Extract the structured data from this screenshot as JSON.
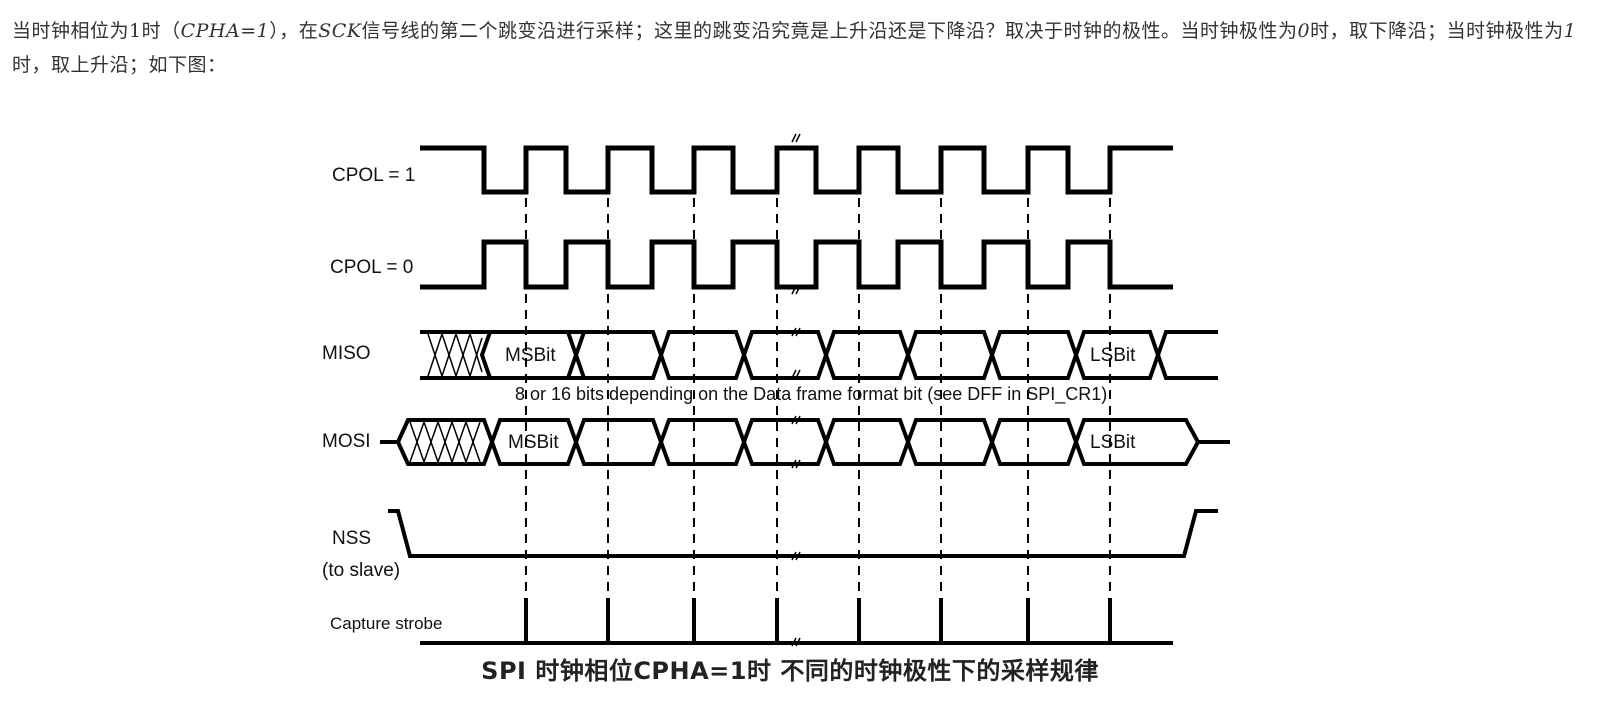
{
  "intro": {
    "p1": "当时钟相位为1时（",
    "p2": "CPHA=1",
    "p3": "），在",
    "p4": "SCK",
    "p5": "信号线的第二个跳变沿进行采样；这里的跳变沿究竟是上升沿还是下降沿？取决于时钟的极性。当时钟极性为",
    "p6": "0",
    "p7": "时，取下降沿；当时钟极性为",
    "p8": "1",
    "p9": "时，取上升沿；如下图："
  },
  "diagram": {
    "labels": {
      "cpol1": "CPOL = 1",
      "cpol0": "CPOL = 0",
      "miso": "MISO",
      "mosi": "MOSI",
      "nss": "NSS",
      "nss_sub": "(to slave)",
      "strobe": "Capture strobe"
    },
    "miso_first": "MSBit",
    "miso_last": "LSBit",
    "mosi_first": "MSBit",
    "mosi_last": "LSBit",
    "note": "8 or 16 bits depending on the Data frame format bit (see DFF in  SPI_CR1)",
    "caption": "SPI 时钟相位CPHA=1时 不同的时钟极性下的采样规律"
  }
}
